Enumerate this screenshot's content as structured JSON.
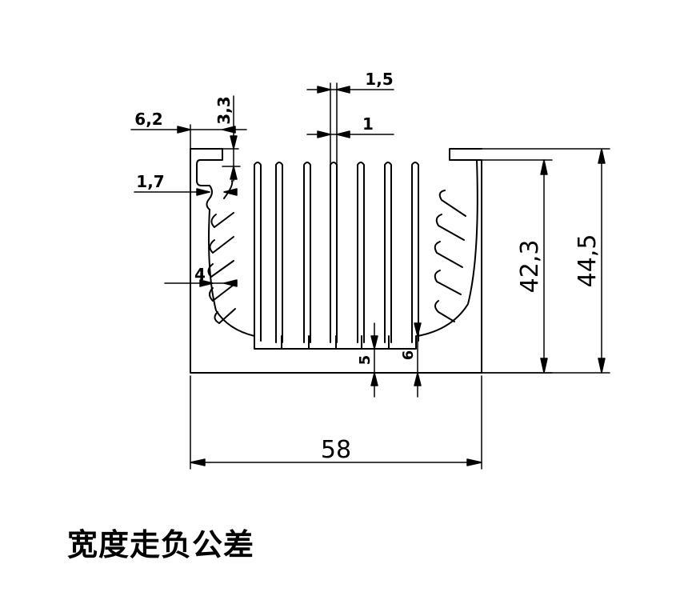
{
  "dimensions": {
    "overall_width": "58",
    "total_height": "44,5",
    "fin_height": "42,3",
    "groove_width": "6,2",
    "groove_depth": "3,3",
    "lip_thickness": "1,7",
    "side_wall": "4",
    "fin_pitch_gap": "1,5",
    "fin_thickness": "1",
    "base_5": "5",
    "base_6": "6"
  },
  "footer": {
    "note": "宽度走负公差"
  },
  "colors": {
    "line": "#000000",
    "background": "#ffffff"
  }
}
